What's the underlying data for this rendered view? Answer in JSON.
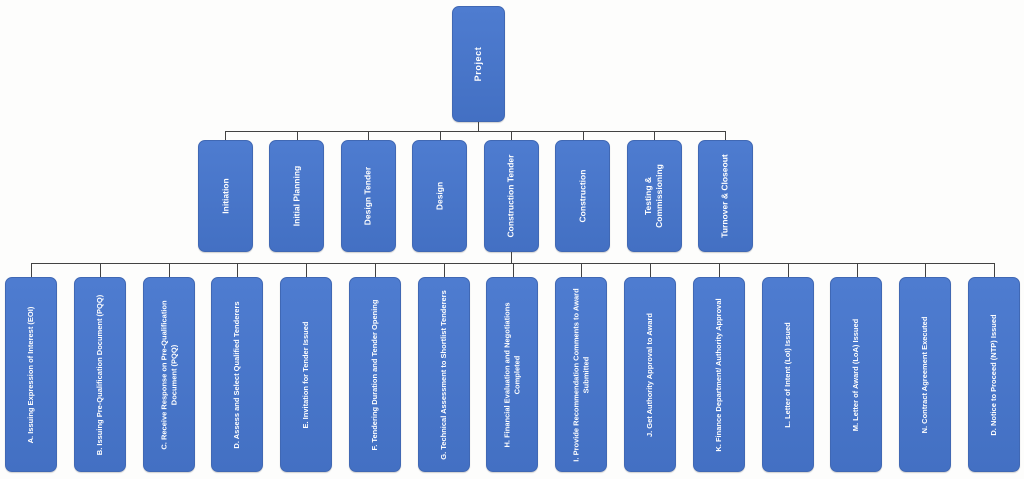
{
  "colors": {
    "box_fill": "#4472C4",
    "box_border": "#4068B4",
    "connector": "#424242",
    "text": "#FFFFFF",
    "background": "#FDFDFC"
  },
  "root": {
    "label": "Project"
  },
  "phases": [
    {
      "label": "Initiation"
    },
    {
      "label": "Initial Planning"
    },
    {
      "label": "Design Tender"
    },
    {
      "label": "Design"
    },
    {
      "label": "Construction Tender"
    },
    {
      "label": "Construction"
    },
    {
      "label": "Testing & Commissioning"
    },
    {
      "label": "Turnover & Closeout"
    }
  ],
  "construction_tender_steps": [
    {
      "label": "A. Issuing Expression of Interest (EOI)"
    },
    {
      "label": "B. Issuing Pre-Qualification Document (PQQ)"
    },
    {
      "label": "C. Receive Response on Pre-Qualification Document (PQQ)"
    },
    {
      "label": "D. Assess and Select Qualified Tenderers"
    },
    {
      "label": "E. Invitation for Tender Issued"
    },
    {
      "label": "F. Tendering Duration and Tender Opening"
    },
    {
      "label": "G. Technical Assessment to Shortlist Tenderers"
    },
    {
      "label": "H. Financial Evaluation and Negotiations Completed"
    },
    {
      "label": "I. Provide Recommendation Comments to Award Submitted"
    },
    {
      "label": "J. Get Authority Approval to Award"
    },
    {
      "label": "K. Finance Department/ Authority Approval"
    },
    {
      "label": "L. Letter of Intent (LoI) Issued"
    },
    {
      "label": "M. Letter of Award (LoA) Issued"
    },
    {
      "label": "N. Contract Agreement Executed"
    },
    {
      "label": "D. Notice to Proceed (NTP) Issued"
    }
  ]
}
